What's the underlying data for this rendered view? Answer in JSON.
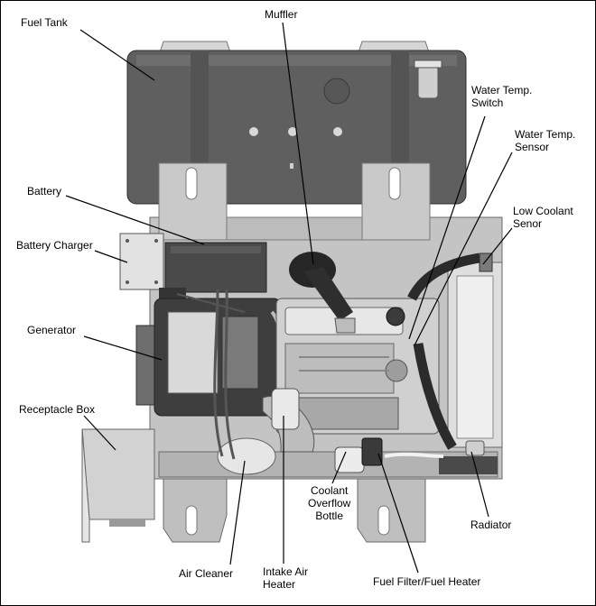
{
  "labels": {
    "fuel_tank": "Fuel Tank",
    "muffler": "Muffler",
    "water_temp_switch": [
      "Water Temp.",
      "Switch"
    ],
    "water_temp_sensor": [
      "Water Temp.",
      "Sensor"
    ],
    "low_coolant_sensor": [
      "Low Coolant",
      "Senor"
    ],
    "battery": "Battery",
    "battery_charger": "Battery Charger",
    "generator": "Generator",
    "receptacle_box": "Receptacle Box",
    "coolant_overflow_bottle": [
      "Coolant",
      "Overflow",
      "Bottle"
    ],
    "radiator": "Radiator",
    "air_cleaner": "Air Cleaner",
    "intake_air_heater": [
      "Intake Air",
      "Heater"
    ],
    "fuel_filter_heater": "Fuel Filter/Fuel Heater"
  },
  "colors": {
    "frame": "#bdbdbd",
    "tank": "#5f5f5f",
    "engine": "#d0d0d0",
    "dark_part": "#3c3c3c",
    "leader": "#000000"
  }
}
